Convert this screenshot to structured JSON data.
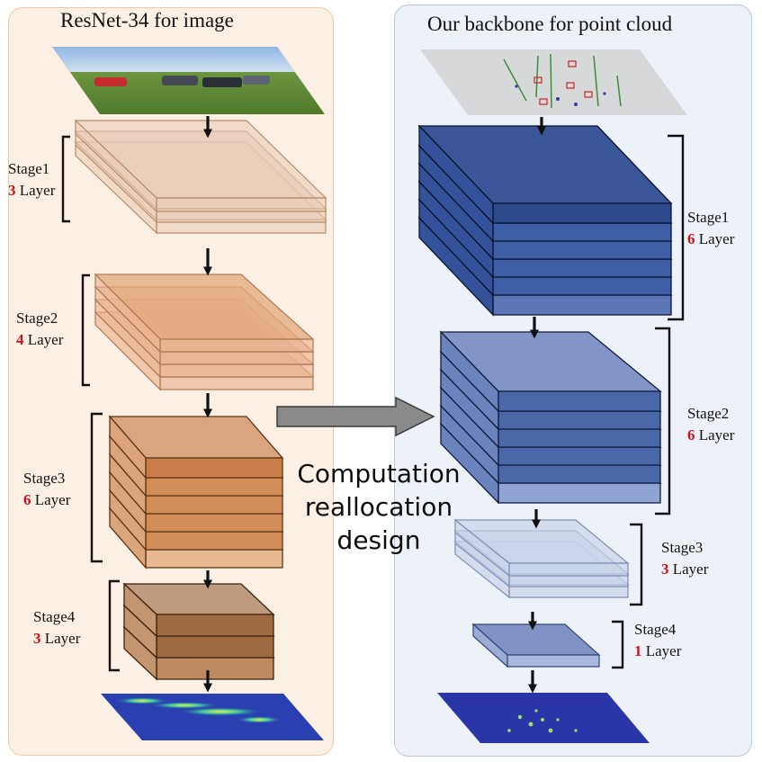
{
  "left_panel": {
    "title": "ResNet-34 for image",
    "stages": [
      {
        "name": "Stage1",
        "count": "3",
        "unit": "Layer"
      },
      {
        "name": "Stage2",
        "count": "4",
        "unit": "Layer"
      },
      {
        "name": "Stage3",
        "count": "6",
        "unit": "Layer"
      },
      {
        "name": "Stage4",
        "count": "3",
        "unit": "Layer"
      }
    ]
  },
  "right_panel": {
    "title": "Our backbone for point cloud",
    "stages": [
      {
        "name": "Stage1",
        "count": "6",
        "unit": "Layer"
      },
      {
        "name": "Stage2",
        "count": "6",
        "unit": "Layer"
      },
      {
        "name": "Stage3",
        "count": "3",
        "unit": "Layer"
      },
      {
        "name": "Stage4",
        "count": "1",
        "unit": "Layer"
      }
    ]
  },
  "center": {
    "line1": "Computation",
    "line2": "reallocation",
    "line3": "design"
  },
  "colors": {
    "left_panel_bg": "#fcefe3",
    "right_panel_bg": "#edf1f8",
    "stage_count_red": "#d0121b",
    "image_stages": [
      "#d9b69c",
      "#e3a87c",
      "#c97e4a",
      "#9e6a42"
    ],
    "point_cloud_stages": [
      "#2c4a8c",
      "#4a67a8",
      "#a3b3d4",
      "#7f94c4"
    ]
  }
}
